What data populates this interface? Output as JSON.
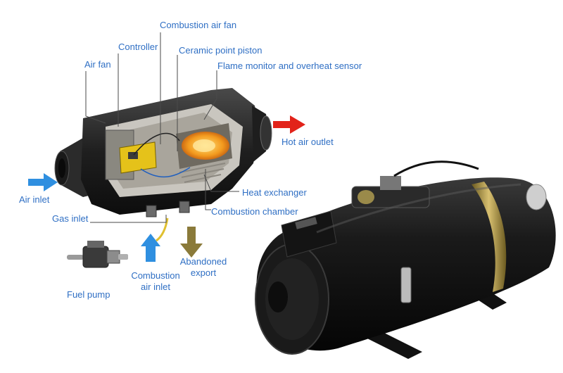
{
  "colors": {
    "label_text": "#2f6fc4",
    "leader_line": "#4a4a4a",
    "air_arrow": "#2f8fe0",
    "hot_air_arrow": "#e2231a",
    "exhaust_arrow": "#8a7a3a",
    "heater_body": "#2a2a2a",
    "flame": "#f39a1e",
    "controller": "#e5c21a"
  },
  "labels": {
    "combustion_air_fan": "Combustion air fan",
    "controller": "Controller",
    "ceramic_point_piston": "Ceramic point piston",
    "air_fan": "Air fan",
    "flame_monitor": "Flame monitor and overheat sensor",
    "hot_air_outlet": "Hot air outlet",
    "air_inlet": "Air inlet",
    "heat_exchanger": "Heat exchanger",
    "gas_inlet": "Gas inlet",
    "combustion_chamber": "Combustion chamber",
    "fuel_pump": "Fuel pump",
    "combustion_air_inlet_line1": "Combustion",
    "combustion_air_inlet_line2": "air inlet",
    "abandoned_export_line1": "Abandoned",
    "abandoned_export_line2": "export"
  },
  "icons": {
    "heater_cutaway": "cutaway-heater-icon",
    "fuel_pump": "fuel-pump-icon",
    "water_heater": "water-heater-icon"
  }
}
